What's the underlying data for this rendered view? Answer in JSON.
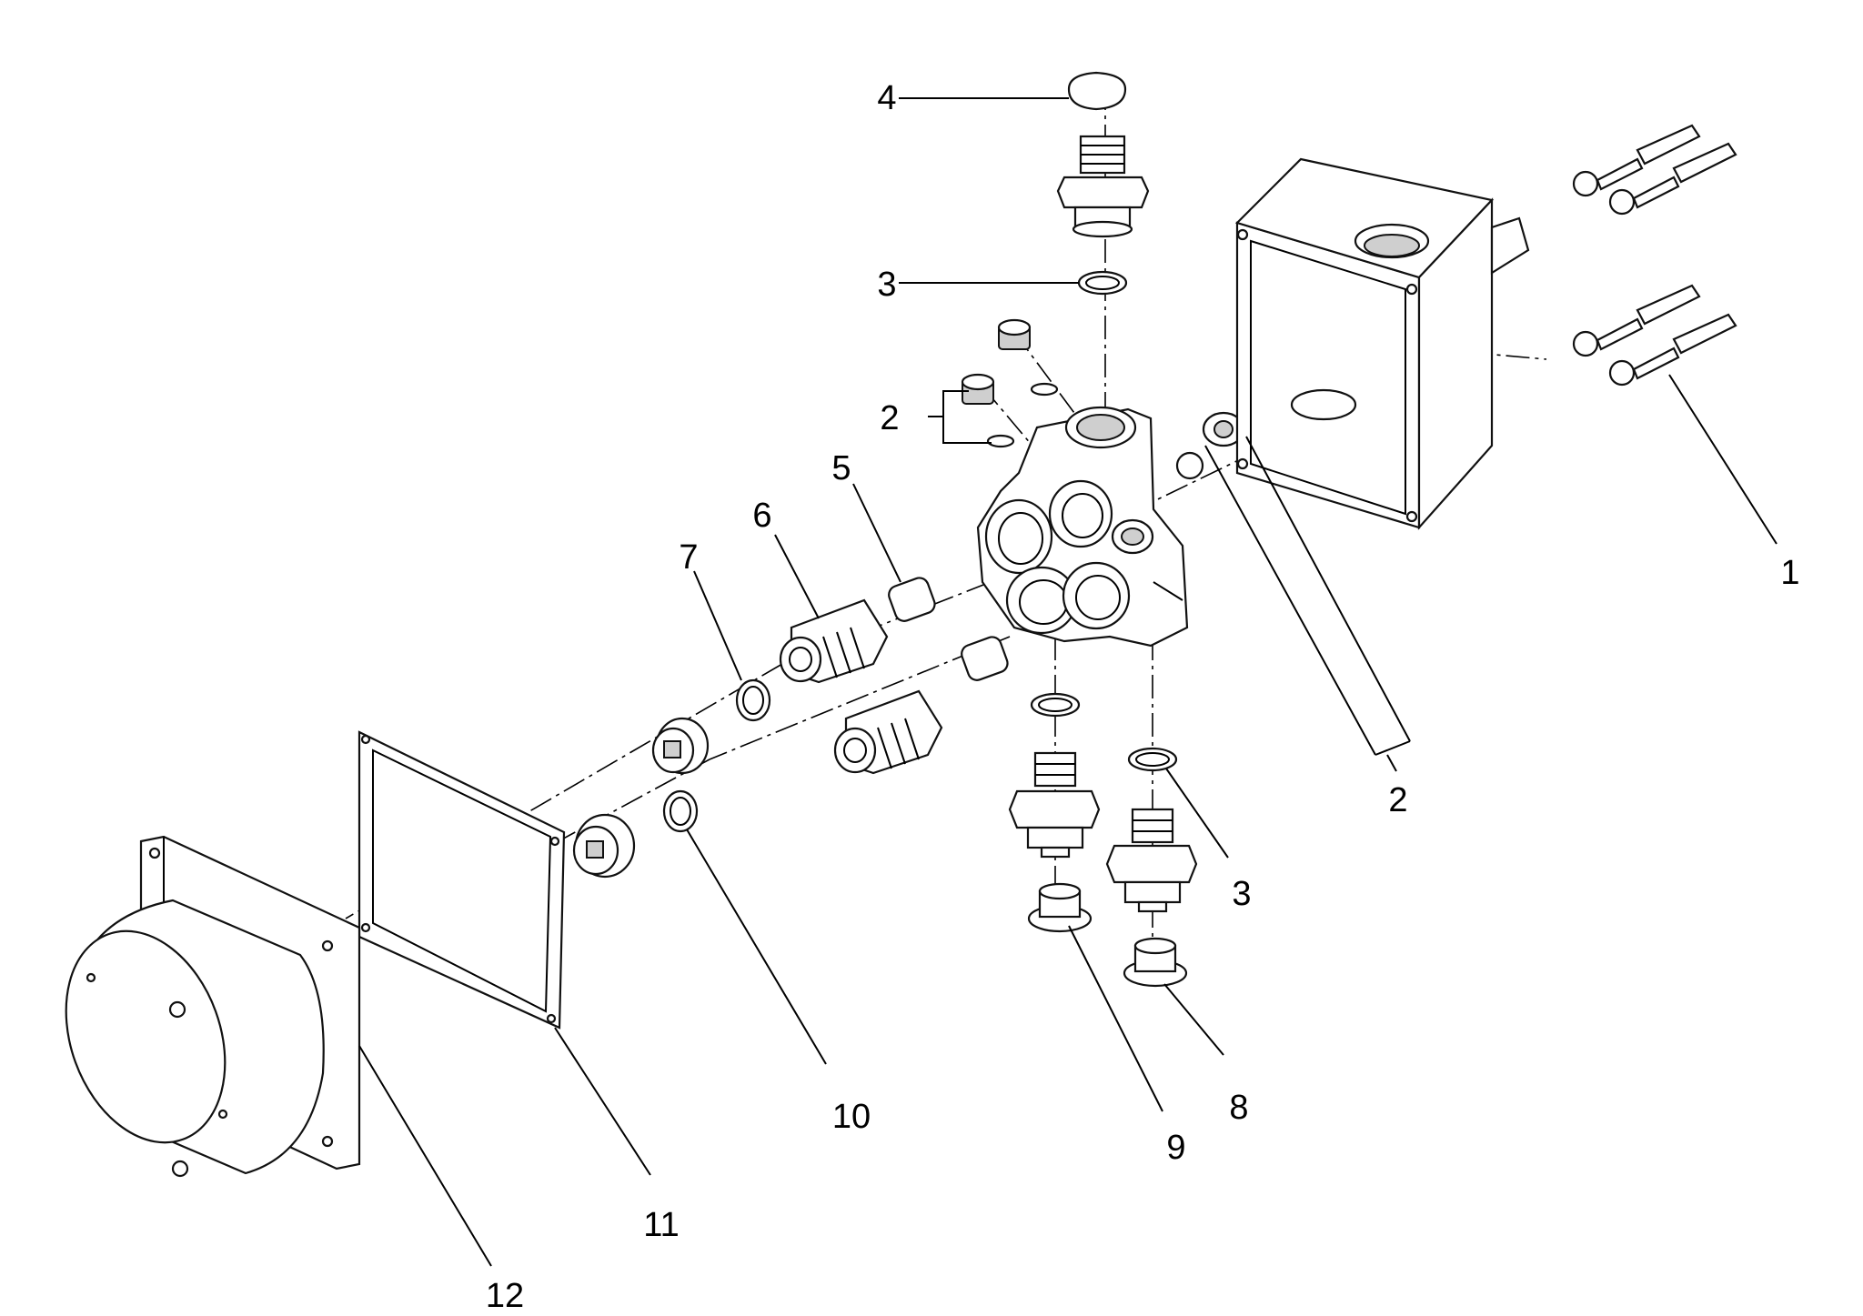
{
  "callouts": [
    {
      "label": "1"
    },
    {
      "label": "2"
    },
    {
      "label": "2"
    },
    {
      "label": "3"
    },
    {
      "label": "3"
    },
    {
      "label": "4"
    },
    {
      "label": "5"
    },
    {
      "label": "6"
    },
    {
      "label": "7"
    },
    {
      "label": "8"
    },
    {
      "label": "9"
    },
    {
      "label": "10"
    },
    {
      "label": "11"
    },
    {
      "label": "12"
    }
  ]
}
